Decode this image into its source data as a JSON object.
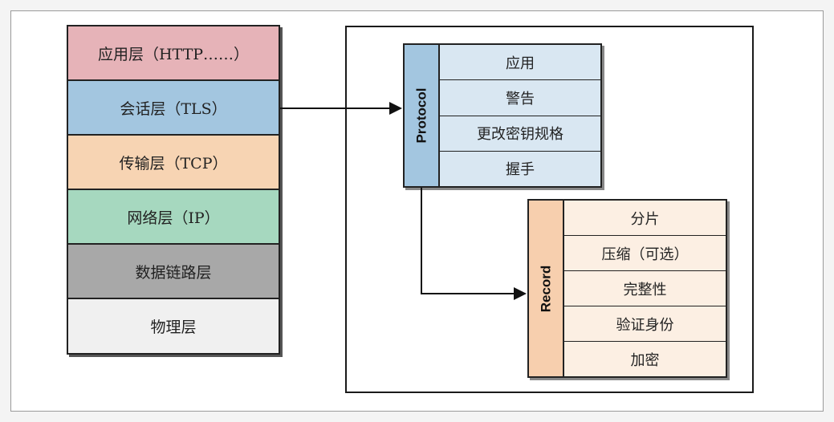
{
  "stack": {
    "layers": [
      {
        "label": "应用层（HTTP……）",
        "color": "#e6b3b8"
      },
      {
        "label": "会话层（TLS）",
        "color": "#a3c6e0"
      },
      {
        "label": "传输层（TCP）",
        "color": "#f7d4b3"
      },
      {
        "label": "网络层（IP）",
        "color": "#a6d8bf"
      },
      {
        "label": "数据链路层",
        "color": "#a8a8a8"
      },
      {
        "label": "物理层",
        "color": "#f0f0f0"
      }
    ]
  },
  "protocol": {
    "label": "Protocol",
    "side_color": "#a3c6e0",
    "row_color": "#d9e7f2",
    "rows": [
      "应用",
      "警告",
      "更改密钥规格",
      "握手"
    ]
  },
  "record": {
    "label": "Record",
    "side_color": "#f7cfae",
    "row_color": "#fcefe3",
    "rows": [
      "分片",
      "压缩（可选）",
      "完整性",
      "验证身份",
      "加密"
    ]
  },
  "colors": {
    "line": "#111111"
  }
}
